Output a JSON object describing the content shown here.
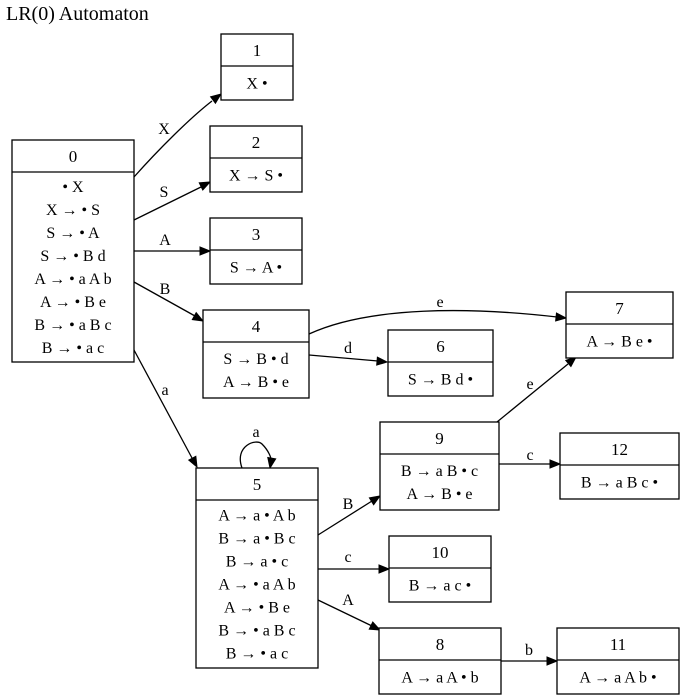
{
  "title": "LR(0) Automaton",
  "states": [
    {
      "id": "0",
      "items": [
        "• X",
        "X → • S",
        "S → • A",
        "S → • B d",
        "A → • a A b",
        "A → • B e",
        "B → • a B c",
        "B → • a c"
      ]
    },
    {
      "id": "1",
      "items": [
        "X •"
      ]
    },
    {
      "id": "2",
      "items": [
        "X → S •"
      ]
    },
    {
      "id": "3",
      "items": [
        "S → A •"
      ]
    },
    {
      "id": "4",
      "items": [
        "S → B • d",
        "A → B • e"
      ]
    },
    {
      "id": "5",
      "items": [
        "A → a • A b",
        "B → a • B c",
        "B → a • c",
        "A → • a A b",
        "A → • B e",
        "B → • a B c",
        "B → • a c"
      ]
    },
    {
      "id": "6",
      "items": [
        "S → B d •"
      ]
    },
    {
      "id": "7",
      "items": [
        "A → B e •"
      ]
    },
    {
      "id": "8",
      "items": [
        "A → a A • b"
      ]
    },
    {
      "id": "9",
      "items": [
        "B → a B • c",
        "A → B • e"
      ]
    },
    {
      "id": "10",
      "items": [
        "B → a c •"
      ]
    },
    {
      "id": "11",
      "items": [
        "A → a A b •"
      ]
    },
    {
      "id": "12",
      "items": [
        "B → a B c •"
      ]
    }
  ],
  "transitions": [
    {
      "from": "0",
      "to": "1",
      "symbol": "X"
    },
    {
      "from": "0",
      "to": "2",
      "symbol": "S"
    },
    {
      "from": "0",
      "to": "3",
      "symbol": "A"
    },
    {
      "from": "0",
      "to": "4",
      "symbol": "B"
    },
    {
      "from": "0",
      "to": "5",
      "symbol": "a"
    },
    {
      "from": "4",
      "to": "7",
      "symbol": "e"
    },
    {
      "from": "4",
      "to": "6",
      "symbol": "d"
    },
    {
      "from": "5",
      "to": "5",
      "symbol": "a"
    },
    {
      "from": "5",
      "to": "9",
      "symbol": "B"
    },
    {
      "from": "5",
      "to": "10",
      "symbol": "c"
    },
    {
      "from": "5",
      "to": "8",
      "symbol": "A"
    },
    {
      "from": "9",
      "to": "7",
      "symbol": "e"
    },
    {
      "from": "9",
      "to": "12",
      "symbol": "c"
    },
    {
      "from": "8",
      "to": "11",
      "symbol": "b"
    }
  ]
}
